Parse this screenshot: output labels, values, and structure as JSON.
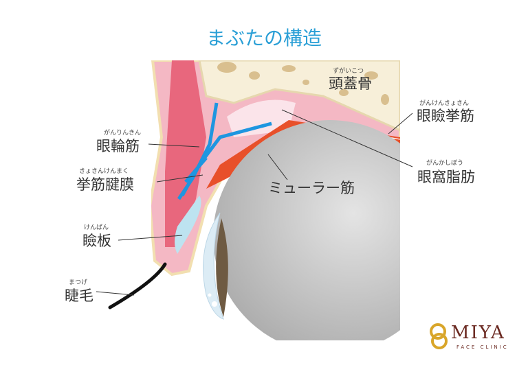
{
  "title": "まぶたの構造",
  "labels": {
    "orbicularis": {
      "text": "眼輪筋",
      "ruby": "がんりんきん"
    },
    "aponeurosis": {
      "text": "挙筋腱膜",
      "ruby": "きょきんけんまく"
    },
    "tarsus": {
      "text": "瞼板",
      "ruby": "けんばん"
    },
    "eyelash": {
      "text": "睫毛",
      "ruby": "まつげ"
    },
    "skull": {
      "text": "頭蓋骨",
      "ruby": "ずがいこつ"
    },
    "levator": {
      "text": "眼瞼挙筋",
      "ruby": "がんけんきょきん"
    },
    "orbital_fat": {
      "text": "眼窩脂肪",
      "ruby": "がんかしぼう"
    },
    "muller": {
      "text": "ミューラー筋"
    }
  },
  "logo": {
    "name": "MIYA",
    "sub": "FACE CLINIC"
  },
  "colors": {
    "title": "#2a9fd6",
    "skin": "#f4b8c4",
    "muscle": "#e8677d",
    "bone": "#f7efd9",
    "tendon": "#1e96e0",
    "levator": "#e8502a",
    "eye": "#c8c8c8"
  }
}
